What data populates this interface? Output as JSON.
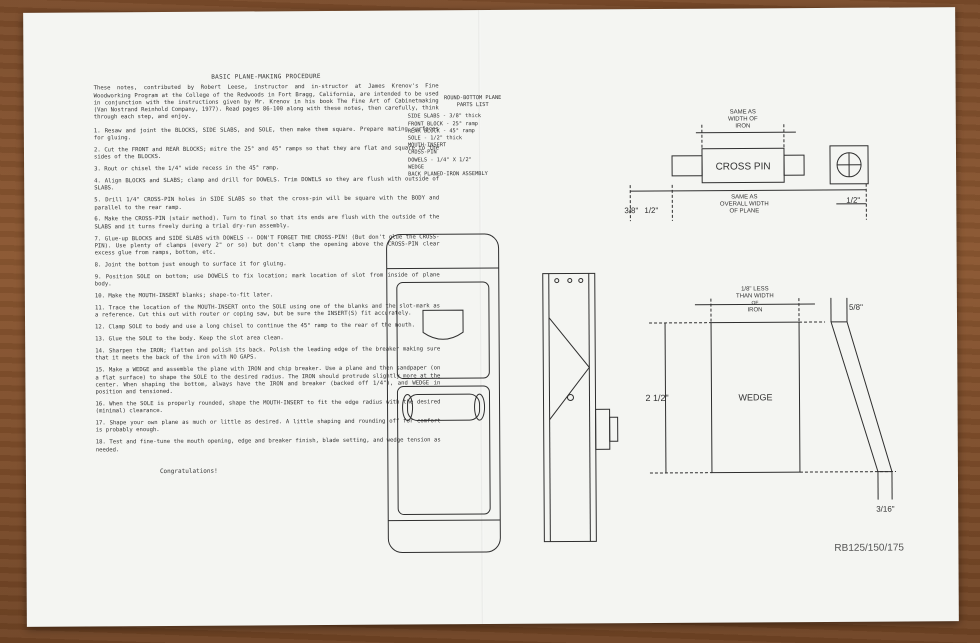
{
  "document": {
    "heading": "BASIC PLANE-MAKING PROCEDURE",
    "intro": "These notes, contributed by Robert Leese, instructor and in-structor at James Krenov's Fine Woodworking Program at the College of the Redwoods in Fort Bragg, California, are intended to be used in conjunction with the instructions given by Mr. Krenov in his book The Fine Art of Cabinetmaking (Van Nostrand Reinhold Company, 1977). Read pages 86-100 along with these notes, then carefully, think through each step, and enjoy.",
    "steps": [
      "1.  Resaw and joint the BLOCKS, SIDE SLABS, and SOLE, then make them square. Prepare mating surfaces for gluing.",
      "2.  Cut the FRONT and REAR BLOCKS; mitre the 25° and 45° ramps so that they are flat and square to the sides of the BLOCKS.",
      "3.  Rout or chisel the 1/4\" wide recess in the 45° ramp.",
      "4.  Align BLOCKS and SLABS; clamp and drill for DOWELS. Trim DOWELS so they are flush with outside of SLABS.",
      "5.  Drill 1/4\" CROSS-PIN holes in SIDE SLABS so that the cross-pin will be square with the BODY and parallel to the rear ramp.",
      "6.  Make the CROSS-PIN (stair method). Turn to final so that its ends are flush with the outside of the SLABS and it turns freely during a trial dry-run assembly.",
      "7.  Glue-up BLOCKS and SIDE SLABS with DOWELS -- DON'T FORGET THE CROSS-PIN! (But don't glue the CROSS-PIN). Use plenty of clamps (every 2\" or so) but don't clamp the opening above the CROSS-PIN clear excess glue from ramps, bottom, etc.",
      "8.  Joint the bottom just enough to surface it for gluing.",
      "9.  Position SOLE on bottom; use DOWELS to fix location; mark location of slot from inside of plane body.",
      "10.  Make the MOUTH-INSERT blanks; shape-to-fit later.",
      "11.  Trace the location of the MOUTH-INSERT onto the SOLE using one of the blanks and the slot-mark as a reference. Cut this out with router or coping saw, but be sure the INSERT(S) fit accurately.",
      "12.  Clamp SOLE to body and use a long chisel to continue the 45° ramp to the rear of the mouth.",
      "13.  Glue the SOLE to the body. Keep the slot area clean.",
      "14.  Sharpen the IRON; flatten and polish its back. Polish the leading edge of the breaker making sure that it meets the back of the iron with NO GAPS.",
      "15.  Make a WEDGE and assemble the plane with IRON and chip breaker. Use a plane and then sandpaper (on a flat surface) to shape the SOLE to the desired radius. The IRON should protrude slightly more at the center. When shaping the bottom, always have the IRON and breaker (backed off 1/4\"), and WEDGE in position and tensioned.",
      "16.  When the SOLE is properly rounded, shape the MOUTH-INSERT to fit the edge radius with the desired (minimal) clearance.",
      "17.  Shape your own plane as much or little as desired. A little shaping and rounding off for comfort is probably enough.",
      "18.  Test and fine-tune the mouth opening, edge and breaker finish, blade setting, and wedge tension as needed."
    ],
    "closing": "Congratulations!"
  },
  "parts_list": {
    "title": "ROUND-BOTTOM PLANE",
    "heading": "PARTS LIST",
    "items": [
      "SIDE SLABS - 3/8\" thick",
      "FRONT BLOCK - 25° ramp",
      "REAR BLOCK - 45° ramp",
      "SOLE - 1/2\" thick",
      "MOUTH-INSERT",
      "CROSS-PIN",
      "DOWELS - 1/4\" X 1/2\"",
      "WEDGE",
      "BACK PLANED-IRON ASSEMBLY"
    ]
  },
  "drawing_labels": {
    "cross_pin": "CROSS PIN",
    "same_as_iron": [
      "SAME AS",
      "WIDTH OF",
      "IRON"
    ],
    "same_as_plane": [
      "SAME AS",
      "OVERALL WIDTH",
      "OF PLANE"
    ],
    "dim_3_8": "3/8\"",
    "dim_1_2_a": "1/2\"",
    "dim_1_2_b": "1/2\"",
    "less_than_iron": [
      "1/8\" LESS",
      "THAN WIDTH",
      "OF",
      "IRON"
    ],
    "wedge": "WEDGE",
    "dim_2_half": "2 1/2\"",
    "dim_5_8": "5/8\"",
    "dim_3_16": "3/16\""
  },
  "drawing_ref": "RB125/150/175"
}
